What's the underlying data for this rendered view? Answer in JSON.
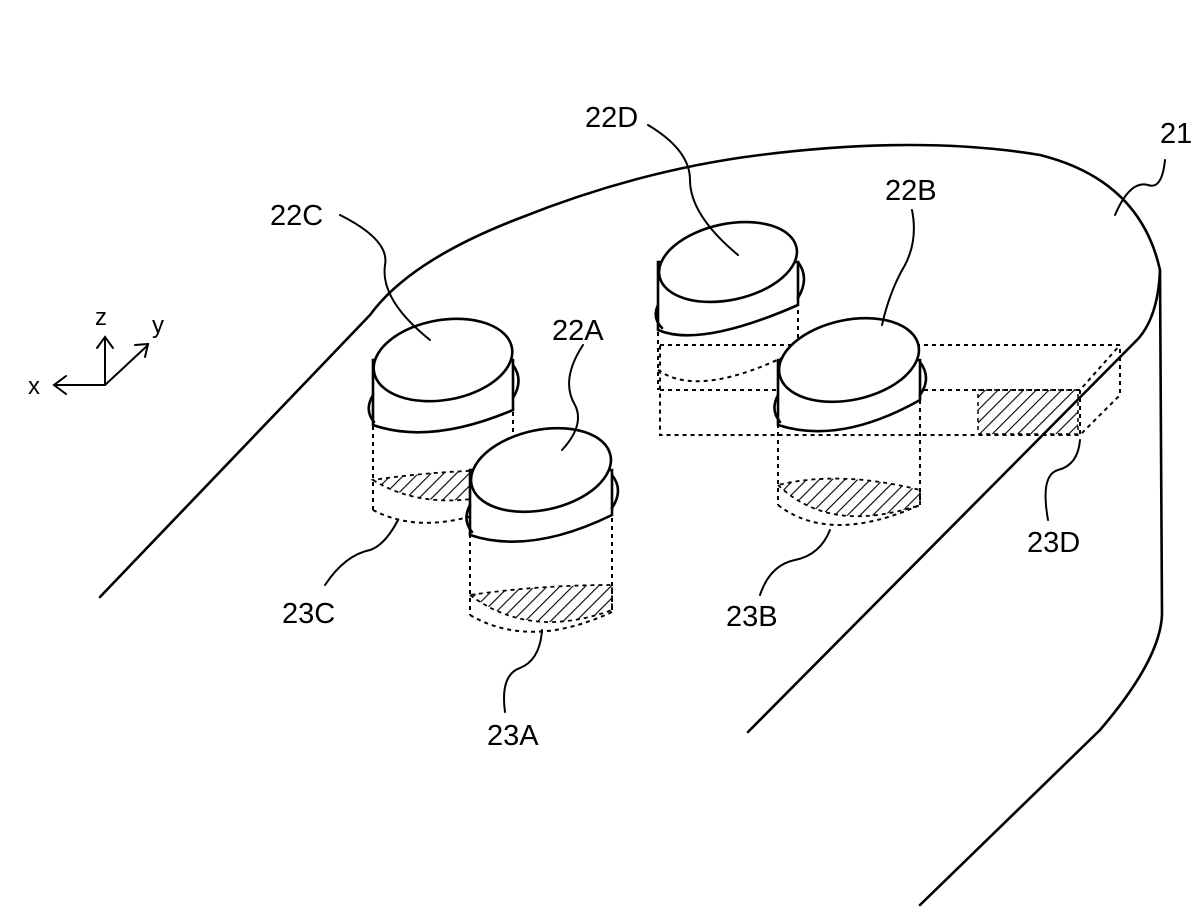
{
  "labels": {
    "body": "21",
    "sensor_a": "22A",
    "sensor_b": "22B",
    "sensor_c": "22C",
    "sensor_d": "22D",
    "region_a": "23A",
    "region_b": "23B",
    "region_c": "23C",
    "region_d": "23D"
  },
  "axes": {
    "x": "x",
    "y": "y",
    "z": "z"
  }
}
